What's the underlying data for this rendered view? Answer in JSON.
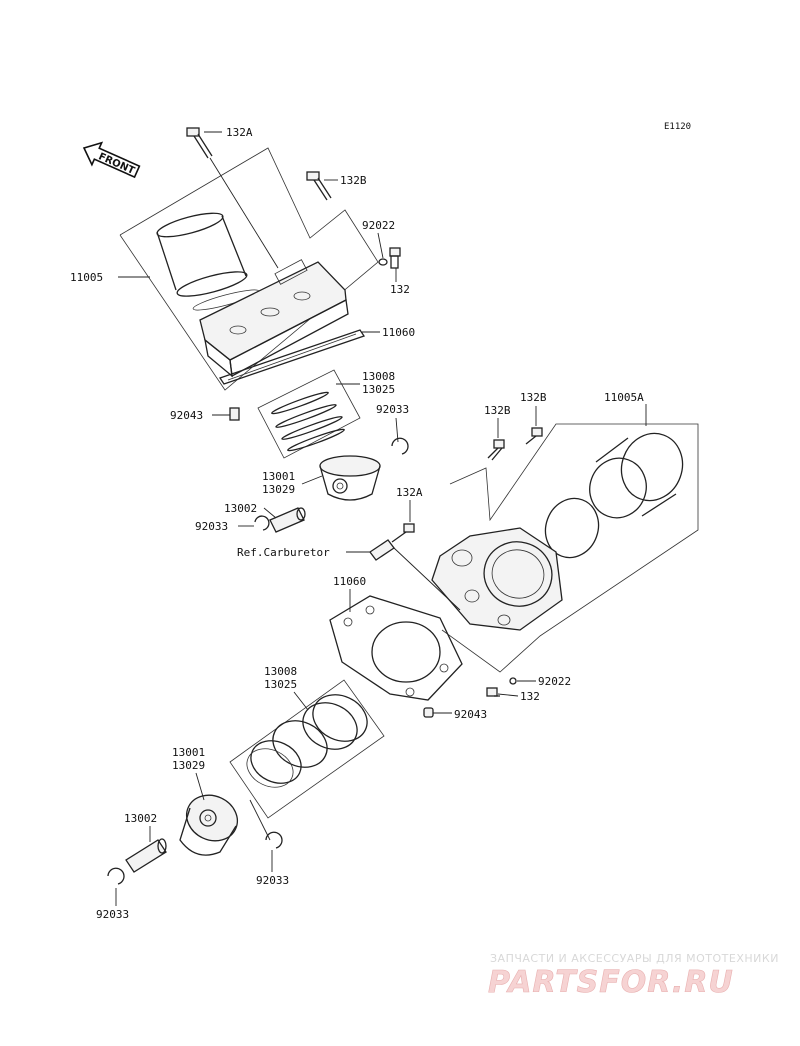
{
  "diagram": {
    "code": "E1120",
    "front_label": "FRONT",
    "callouts": {
      "top_132A": "132A",
      "top_132B": "132B",
      "top_92022": "92022",
      "top_132": "132",
      "top_11005": "11005",
      "top_11060": "11060",
      "top_13008": "13008",
      "top_13025": "13025",
      "top_92043": "92043",
      "top_92033": "92033",
      "top_13001": "13001",
      "top_13029": "13029",
      "top_13002": "13002",
      "top_92033b": "92033",
      "mid_132B_a": "132B",
      "mid_132B_b": "132B",
      "mid_11005A": "11005A",
      "mid_132A": "132A",
      "ref_carburetor": "Ref.Carburetor",
      "mid_11060": "11060",
      "mid_92022": "92022",
      "mid_132": "132",
      "mid_92043": "92043",
      "bot_13008": "13008",
      "bot_13025": "13025",
      "bot_13001": "13001",
      "bot_13029": "13029",
      "bot_13002": "13002",
      "bot_92033a": "92033",
      "bot_92033b": "92033"
    }
  },
  "watermark": {
    "tagline": "ЗАПЧАСТИ И АКСЕССУАРЫ ДЛЯ МОТОТЕХНИКИ",
    "site": "PARTSFOR.RU"
  }
}
